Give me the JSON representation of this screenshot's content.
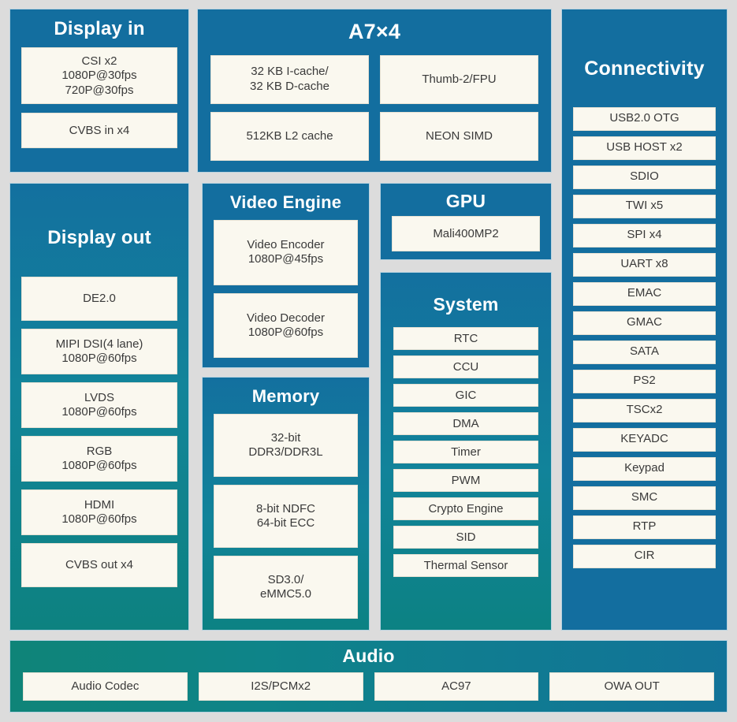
{
  "theme": {
    "background": "#dcdcdc",
    "panel_blue": "#136e9f",
    "panel_teal": "#0d8280",
    "box_cream": "#faf8ef",
    "box_text": "#3a3a3a",
    "title_text": "#ffffff"
  },
  "panels": {
    "display_in": {
      "title": "Display in",
      "items": [
        "CSI x2\n1080P@30fps\n720P@30fps",
        "CVBS in x4"
      ]
    },
    "a7": {
      "title": "A7×4",
      "items": [
        "32 KB I-cache/\n32 KB D-cache",
        "Thumb-2/FPU",
        "512KB L2 cache",
        "NEON SIMD"
      ]
    },
    "connectivity": {
      "title": "Connectivity",
      "items": [
        "USB2.0 OTG",
        "USB HOST x2",
        "SDIO",
        "TWI x5",
        "SPI x4",
        "UART x8",
        "EMAC",
        "GMAC",
        "SATA",
        "PS2",
        "TSCx2",
        "KEYADC",
        "Keypad",
        "SMC",
        "RTP",
        "CIR"
      ]
    },
    "display_out": {
      "title": "Display out",
      "items": [
        "DE2.0",
        "MIPI DSI(4 lane)\n1080P@60fps",
        "LVDS\n1080P@60fps",
        "RGB\n1080P@60fps",
        "HDMI\n1080P@60fps",
        "CVBS out x4"
      ]
    },
    "video_engine": {
      "title": "Video Engine",
      "items": [
        "Video Encoder\n1080P@45fps",
        "Video Decoder\n1080P@60fps"
      ]
    },
    "memory": {
      "title": "Memory",
      "items": [
        "32-bit\nDDR3/DDR3L",
        "8-bit NDFC\n64-bit ECC",
        "SD3.0/\neMMC5.0"
      ]
    },
    "gpu": {
      "title": "GPU",
      "items": [
        "Mali400MP2"
      ]
    },
    "system": {
      "title": "System",
      "items": [
        "RTC",
        "CCU",
        "GIC",
        "DMA",
        "Timer",
        "PWM",
        "Crypto Engine",
        "SID",
        "Thermal Sensor"
      ]
    },
    "audio": {
      "title": "Audio",
      "items": [
        "Audio Codec",
        "I2S/PCMx2",
        "AC97",
        "OWA OUT"
      ]
    }
  }
}
